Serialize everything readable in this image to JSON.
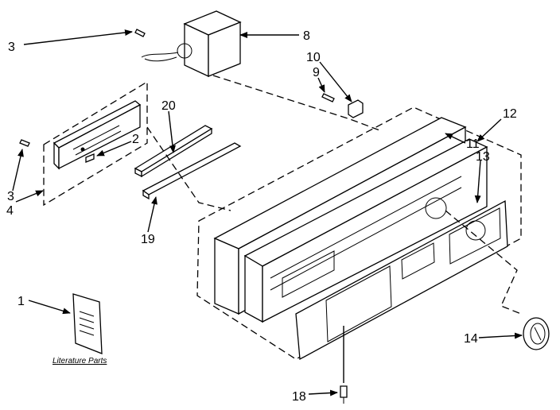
{
  "diagram": {
    "callouts": {
      "c1": "1",
      "c2": "2",
      "c3_top": "3",
      "c3_left": "3",
      "c4": "4",
      "c8": "8",
      "c9": "9",
      "c10": "10",
      "c11": "11",
      "c12": "12",
      "c13": "13",
      "c14": "14",
      "c18": "18",
      "c19": "19",
      "c20": "20"
    },
    "caption": "Literature Parts"
  }
}
